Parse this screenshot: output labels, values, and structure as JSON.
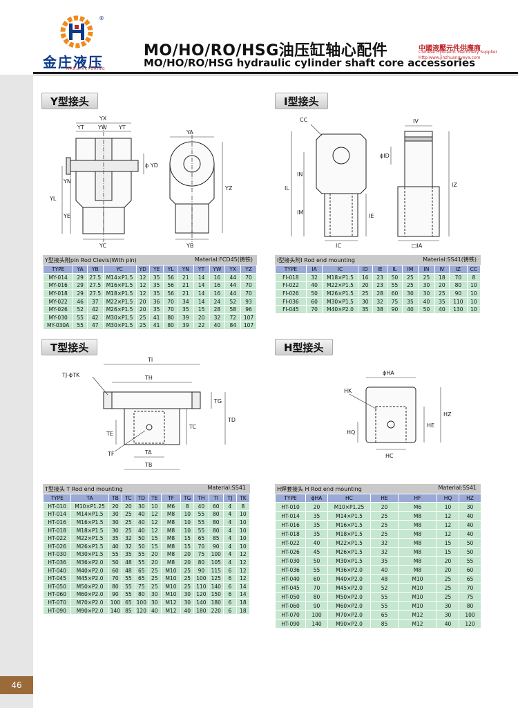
{
  "header": {
    "logo_text": "金庄液压",
    "logo_sub": "MANUFACTURING",
    "logo_reg": "®",
    "title_cn": "MO/HO/RO/HSG油压缸轴心配件",
    "title_en": "MO/HO/RO/HSG hydraulic cylinder shaft core accessories",
    "supplier_cn": "中國液壓元件供應商",
    "supplier_en": "Chinese Hydraulic Machinery Supplier",
    "supplier_url": "Http:www.jinzhuangyeya.com"
  },
  "colors": {
    "accent_blue": "#0b3a8a",
    "accent_red": "#c0272d",
    "header_cell": "#9aa9d6",
    "body_cell": "#c5e6cf",
    "caption_bg": "#c9c9c9",
    "page_tab": "#9a6a3a"
  },
  "page_number": "46",
  "sections": {
    "y": {
      "label": "Y型接头",
      "dims": {
        "yx": "YX",
        "yt1": "YT",
        "yw": "YW",
        "yt2": "YT",
        "yd": "ϕ YD",
        "yn": "YN",
        "yl": "YL",
        "ye": "YE",
        "yc": "YC",
        "ya": "YA",
        "yz": "YZ",
        "yb": "YB"
      },
      "table": {
        "caption": "Y型接头附pin Rod Clevis(With pin)",
        "material": "Material:FCD45(铸铁)",
        "columns": [
          "TYPE",
          "YA",
          "YB",
          "YC",
          "YD",
          "YE",
          "YL",
          "YN",
          "YT",
          "YW",
          "YX",
          "YZ"
        ],
        "rows": [
          [
            "MY-014",
            "29",
            "27.5",
            "M14×P1.5",
            "12",
            "35",
            "56",
            "21",
            "14",
            "16",
            "44",
            "70"
          ],
          [
            "MY-016",
            "29",
            "27.5",
            "M16×P1.5",
            "12",
            "35",
            "56",
            "21",
            "14",
            "16",
            "44",
            "70"
          ],
          [
            "MY-018",
            "29",
            "27.5",
            "M18×P1.5",
            "12",
            "35",
            "56",
            "21",
            "14",
            "16",
            "44",
            "70"
          ],
          [
            "MY-022",
            "46",
            "37",
            "M22×P1.5",
            "20",
            "36",
            "70",
            "34",
            "14",
            "24",
            "52",
            "93"
          ],
          [
            "MY-026",
            "52",
            "42",
            "M26×P1.5",
            "20",
            "35",
            "70",
            "35",
            "15",
            "28",
            "58",
            "96"
          ],
          [
            "MY-030",
            "55",
            "42",
            "M30×P1.5",
            "25",
            "41",
            "80",
            "39",
            "20",
            "32",
            "72",
            "107"
          ],
          [
            "MY-030A",
            "55",
            "47",
            "M30×P1.5",
            "25",
            "41",
            "80",
            "39",
            "22",
            "40",
            "84",
            "107"
          ]
        ]
      }
    },
    "i": {
      "label": "I型接头",
      "dims": {
        "cc": "CC",
        "iv": "IV",
        "id": "ϕID",
        "in": "IN",
        "il": "IL",
        "iz": "IZ",
        "im": "IM",
        "ie": "IE",
        "ic": "IC",
        "ia": "□IA"
      },
      "table": {
        "caption": "I型接头附I Rod end mounting",
        "material": "Material:SS41(铸铁)",
        "columns": [
          "TYPE",
          "IA",
          "IC",
          "ID",
          "IE",
          "IL",
          "IM",
          "IN",
          "IV",
          "IZ",
          "CC"
        ],
        "rows": [
          [
            "FI-018",
            "32",
            "M18×P1.5",
            "16",
            "23",
            "50",
            "25",
            "25",
            "18",
            "70",
            "8"
          ],
          [
            "FI-022",
            "40",
            "M22×P1.5",
            "20",
            "23",
            "55",
            "25",
            "30",
            "20",
            "80",
            "10"
          ],
          [
            "FI-026",
            "50",
            "M26×P1.5",
            "25",
            "28",
            "60",
            "30",
            "30",
            "25",
            "90",
            "10"
          ],
          [
            "FI-036",
            "60",
            "M30×P1.5",
            "30",
            "32",
            "75",
            "35",
            "40",
            "35",
            "110",
            "10"
          ],
          [
            "FI-045",
            "70",
            "M40×P2.0",
            "35",
            "38",
            "90",
            "40",
            "50",
            "40",
            "130",
            "10"
          ]
        ]
      }
    },
    "t": {
      "label": "T型接头",
      "dims": {
        "ti": "TI",
        "tk": "TJ-ϕTK",
        "th": "TH",
        "tg": "TG",
        "td": "TD",
        "te": "TE",
        "tc": "TC",
        "tf": "TF",
        "ta": "TA",
        "tb": "TB"
      },
      "table": {
        "caption": "T型接头 T Rod end mounting",
        "material": "Material:SS41",
        "columns": [
          "TYPE",
          "TA",
          "TB",
          "TC",
          "TD",
          "TE",
          "TF",
          "TG",
          "TH",
          "TI",
          "TJ",
          "TK"
        ],
        "rows": [
          [
            "HT-010",
            "M10×P1.25",
            "20",
            "20",
            "30",
            "10",
            "M6",
            "8",
            "40",
            "60",
            "4",
            "8"
          ],
          [
            "HT-014",
            "M14×P1.5",
            "30",
            "25",
            "40",
            "12",
            "M8",
            "10",
            "55",
            "80",
            "4",
            "10"
          ],
          [
            "HT-016",
            "M16×P1.5",
            "30",
            "25",
            "40",
            "12",
            "M8",
            "10",
            "55",
            "80",
            "4",
            "10"
          ],
          [
            "HT-018",
            "M18×P1.5",
            "30",
            "25",
            "40",
            "12",
            "M8",
            "10",
            "55",
            "80",
            "4",
            "10"
          ],
          [
            "HT-022",
            "M22×P1.5",
            "35",
            "32",
            "50",
            "15",
            "M8",
            "15",
            "65",
            "85",
            "4",
            "10"
          ],
          [
            "HT-026",
            "M26×P1.5",
            "40",
            "32",
            "50",
            "15",
            "M8",
            "15",
            "70",
            "90",
            "4",
            "10"
          ],
          [
            "HT-030",
            "M30×P1.5",
            "55",
            "35",
            "55",
            "20",
            "M8",
            "20",
            "75",
            "100",
            "4",
            "12"
          ],
          [
            "HT-036",
            "M36×P2.0",
            "50",
            "48",
            "55",
            "20",
            "M8",
            "20",
            "80",
            "105",
            "4",
            "12"
          ],
          [
            "HT-040",
            "M40×P2.0",
            "60",
            "48",
            "65",
            "25",
            "M10",
            "25",
            "90",
            "115",
            "6",
            "12"
          ],
          [
            "HT-045",
            "M45×P2.0",
            "70",
            "55",
            "65",
            "25",
            "M10",
            "25",
            "100",
            "125",
            "6",
            "12"
          ],
          [
            "HT-050",
            "M50×P2.0",
            "80",
            "55",
            "75",
            "25",
            "M10",
            "25",
            "110",
            "140",
            "6",
            "14"
          ],
          [
            "HT-060",
            "M60×P2.0",
            "90",
            "55",
            "80",
            "30",
            "M10",
            "30",
            "120",
            "150",
            "6",
            "14"
          ],
          [
            "HT-070",
            "M70×P2.0",
            "100",
            "65",
            "100",
            "30",
            "M12",
            "30",
            "140",
            "180",
            "6",
            "18"
          ],
          [
            "HT-090",
            "M90×P2.0",
            "140",
            "85",
            "120",
            "40",
            "M12",
            "40",
            "180",
            "220",
            "6",
            "18"
          ]
        ]
      }
    },
    "h": {
      "label": "H型接头",
      "dims": {
        "ha": "ϕHA",
        "hk": "HK",
        "he": "HE",
        "hz": "HZ",
        "hq": "HQ",
        "hc": "HC"
      },
      "table": {
        "caption": "H焊套接头 H Rod end mounting",
        "material": "Material:SS41",
        "columns": [
          "TYPE",
          "ϕHA",
          "HC",
          "HE",
          "HF",
          "HQ",
          "HZ"
        ],
        "rows": [
          [
            "HT-010",
            "20",
            "M10×P1.25",
            "20",
            "M6",
            "10",
            "30"
          ],
          [
            "HT-014",
            "35",
            "M14×P1.5",
            "25",
            "M8",
            "12",
            "40"
          ],
          [
            "HT-016",
            "35",
            "M16×P1.5",
            "25",
            "M8",
            "12",
            "40"
          ],
          [
            "HT-018",
            "35",
            "M18×P1.5",
            "25",
            "M8",
            "12",
            "40"
          ],
          [
            "HT-022",
            "40",
            "M22×P1.5",
            "32",
            "M8",
            "15",
            "50"
          ],
          [
            "HT-026",
            "45",
            "M26×P1.5",
            "32",
            "M8",
            "15",
            "50"
          ],
          [
            "HT-030",
            "50",
            "M30×P1.5",
            "35",
            "M8",
            "20",
            "55"
          ],
          [
            "HT-036",
            "55",
            "M36×P2.0",
            "40",
            "M8",
            "20",
            "60"
          ],
          [
            "HT-040",
            "60",
            "M40×P2.0",
            "48",
            "M10",
            "25",
            "65"
          ],
          [
            "HT-045",
            "70",
            "M45×P2.0",
            "52",
            "M10",
            "25",
            "70"
          ],
          [
            "HT-050",
            "80",
            "M50×P2.0",
            "55",
            "M10",
            "25",
            "75"
          ],
          [
            "HT-060",
            "90",
            "M60×P2.0",
            "55",
            "M10",
            "30",
            "80"
          ],
          [
            "HT-070",
            "100",
            "M70×P2.0",
            "65",
            "M12",
            "30",
            "100"
          ],
          [
            "HT-090",
            "140",
            "M90×P2.0",
            "85",
            "M12",
            "40",
            "120"
          ]
        ]
      }
    }
  }
}
